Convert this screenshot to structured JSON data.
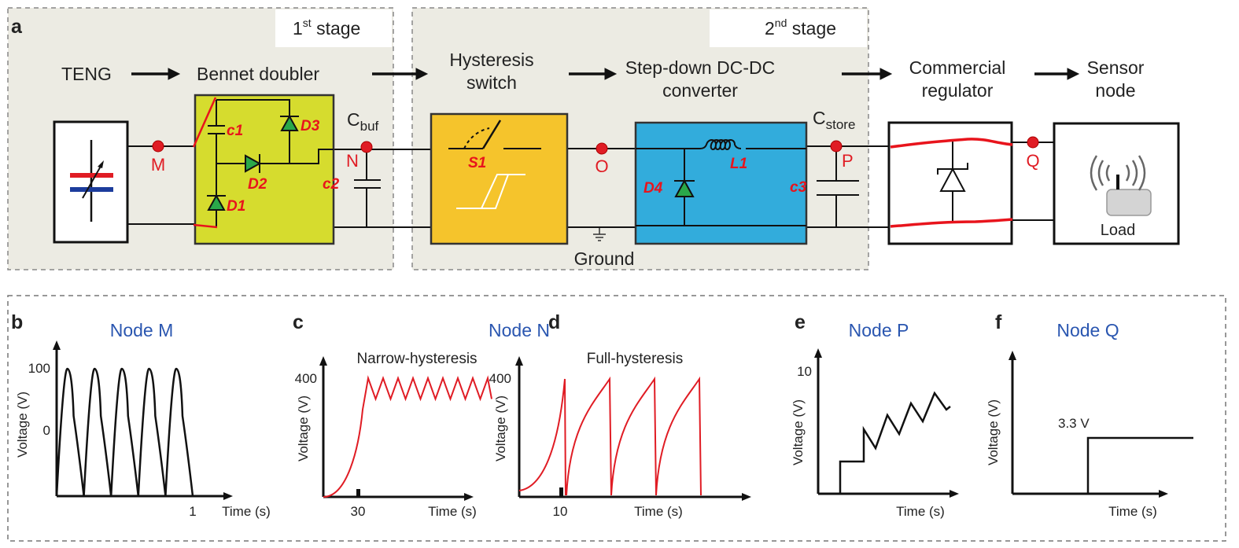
{
  "panel_a": {
    "letter": "a",
    "stage1_label": "1",
    "stage1_sup": "st",
    "stage1_suffix": " stage",
    "stage2_label": "2",
    "stage2_sup": "nd",
    "stage2_suffix": " stage",
    "blocks": {
      "teng": "TENG",
      "bennet": "Bennet doubler",
      "hyst_line1": "Hysteresis",
      "hyst_line2": "switch",
      "stepdown_line1": "Step-down DC-DC",
      "stepdown_line2": "converter",
      "regulator_line1": "Commercial",
      "regulator_line2": "regulator",
      "sensor_line1": "Sensor",
      "sensor_line2": "node",
      "load": "Load",
      "ground": "Ground"
    },
    "caps": {
      "cbuf": "C",
      "cbuf_sub": "buf",
      "cstore": "C",
      "cstore_sub": "store"
    },
    "nodes": [
      "M",
      "N",
      "O",
      "P",
      "Q"
    ],
    "annotations": [
      "c1",
      "D3",
      "D2",
      "D1",
      "c2",
      "S1",
      "D4",
      "L1",
      "c3"
    ],
    "colors": {
      "stage_bg": "#ecebe3",
      "bennet_fill": "#d6dc2e",
      "hyst_fill": "#f5c42c",
      "converter_fill": "#32acdc",
      "node_dot": "#e01c24",
      "diode": "#2aa84a",
      "plate_red": "#e01c24",
      "plate_blue": "#1c3c9c"
    }
  },
  "chart_data": [
    {
      "panel": "b",
      "type": "line",
      "title": "Node M",
      "ylabel": "Voltage (V)",
      "xlabel": "Time (s)",
      "yticks": [
        "100",
        "0"
      ],
      "xticks": [
        "1"
      ],
      "description": "5 periodic voltage pulses peaking at ~100 V within 1 s",
      "series": [
        {
          "name": "Node M",
          "color": "#111111",
          "peaks_x": [
            0.1,
            0.3,
            0.5,
            0.7,
            0.9
          ],
          "peak_value": 100
        }
      ]
    },
    {
      "panel": "c",
      "type": "line",
      "title": "Node N",
      "subtitle": "Narrow-hysteresis",
      "ylabel": "Voltage (V)",
      "xlabel": "Time (s)",
      "yticks": [
        "400"
      ],
      "xticks": [
        "30"
      ],
      "series": [
        {
          "name": "Narrow-hysteresis",
          "color": "#e01c24",
          "rise_to": 400,
          "oscillation_low": 330,
          "oscillation_high": 400,
          "teeth": 8
        }
      ]
    },
    {
      "panel": "d",
      "type": "line",
      "title": "Node N",
      "subtitle": "Full-hysteresis",
      "ylabel": "Voltage (V)",
      "xlabel": "Time (s)",
      "yticks": [
        "400"
      ],
      "xticks": [
        "10"
      ],
      "series": [
        {
          "name": "Full-hysteresis",
          "color": "#e01c24",
          "peak": 400,
          "reset_to": 0,
          "cycles": 4
        }
      ]
    },
    {
      "panel": "e",
      "type": "line",
      "title": "Node P",
      "ylabel": "Voltage (V)",
      "xlabel": "Time (s)",
      "yticks": [
        "10"
      ],
      "xticks": [],
      "series": [
        {
          "name": "Node P",
          "color": "#111111",
          "description": "Step then rising sawtooth",
          "teeth": 5
        }
      ]
    },
    {
      "panel": "f",
      "type": "line",
      "title": "Node Q",
      "ylabel": "Voltage (V)",
      "xlabel": "Time (s)",
      "yticks": [],
      "xticks": [],
      "annotation": "3.3 V",
      "series": [
        {
          "name": "Node Q",
          "color": "#111111",
          "step_value": 3.3
        }
      ]
    }
  ]
}
